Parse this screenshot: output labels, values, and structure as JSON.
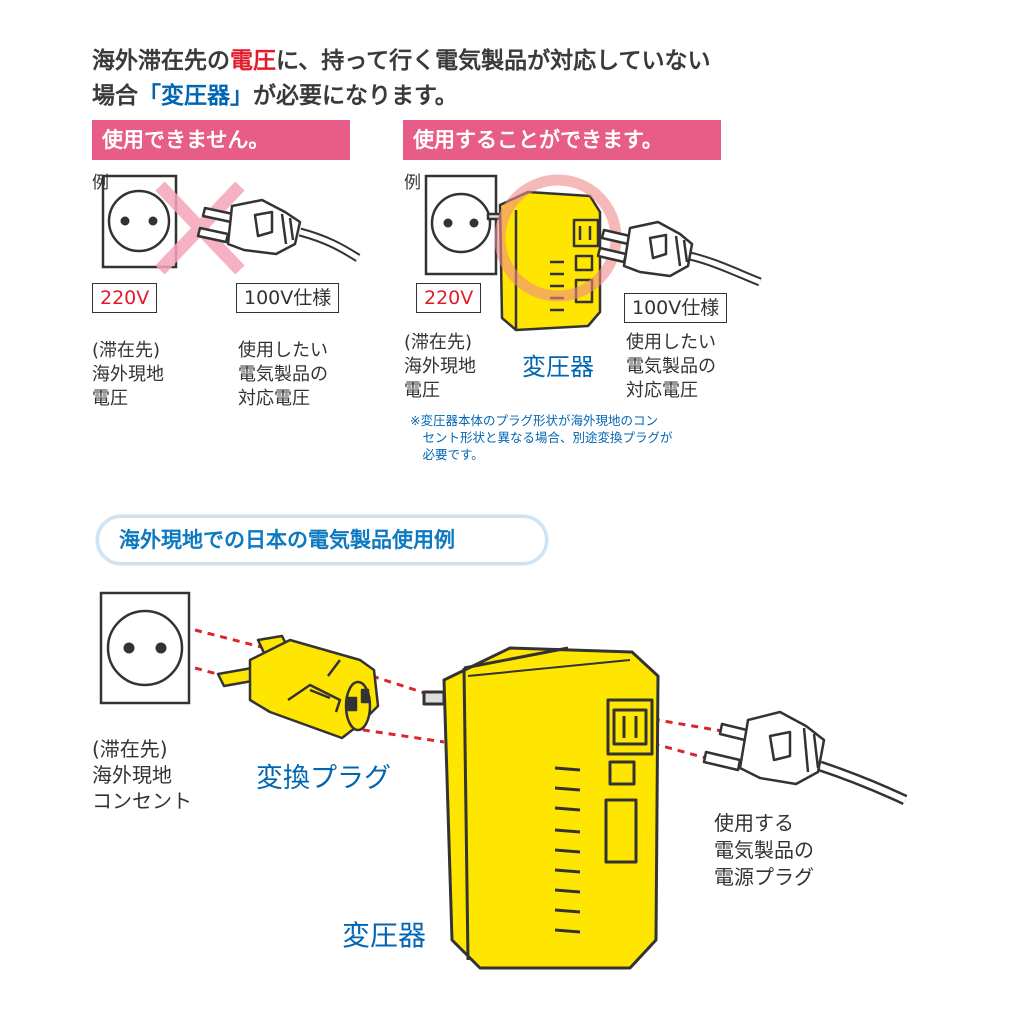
{
  "intro": {
    "line1_a": "海外滞在先の",
    "line1_b": "電圧",
    "line1_c": "に、持って行く電気製品が対応していない",
    "line2_a": "場合",
    "line2_b": "「変圧器」",
    "line2_c": "が必要になります。"
  },
  "left_panel": {
    "banner": "使用できません。",
    "example": "例",
    "voltage_outlet": "220V",
    "voltage_device": "100V仕様",
    "caption_outlet": "(滞在先)\n海外現地\n電圧",
    "caption_device": "使用したい\n電気製品の\n対応電圧"
  },
  "right_panel": {
    "banner": "使用することができます。",
    "example": "例",
    "voltage_outlet": "220V",
    "voltage_device": "100V仕様",
    "caption_outlet": "(滞在先)\n海外現地\n電圧",
    "transformer_label": "変圧器",
    "caption_device": "使用したい\n電気製品の\n対応電圧",
    "note": "※変圧器本体のプラグ形状が海外現地のコン\n　セント形状と異なる場合、別途変換プラグが\n　必要です。"
  },
  "bottom": {
    "heading": "海外現地での日本の電気製品使用例",
    "outlet_caption": "(滞在先)\n海外現地\nコンセント",
    "conversion_plug_label": "変換プラグ",
    "transformer_label": "変圧器",
    "device_plug_caption": "使用する\n電気製品の\n電源プラグ"
  },
  "colors": {
    "banner_pink": "#e85c88",
    "transformer_yellow": "#ffe600",
    "accent_red": "#e21a2c",
    "label_blue": "#0066b3",
    "cross_pink": "#f5a5b8"
  }
}
